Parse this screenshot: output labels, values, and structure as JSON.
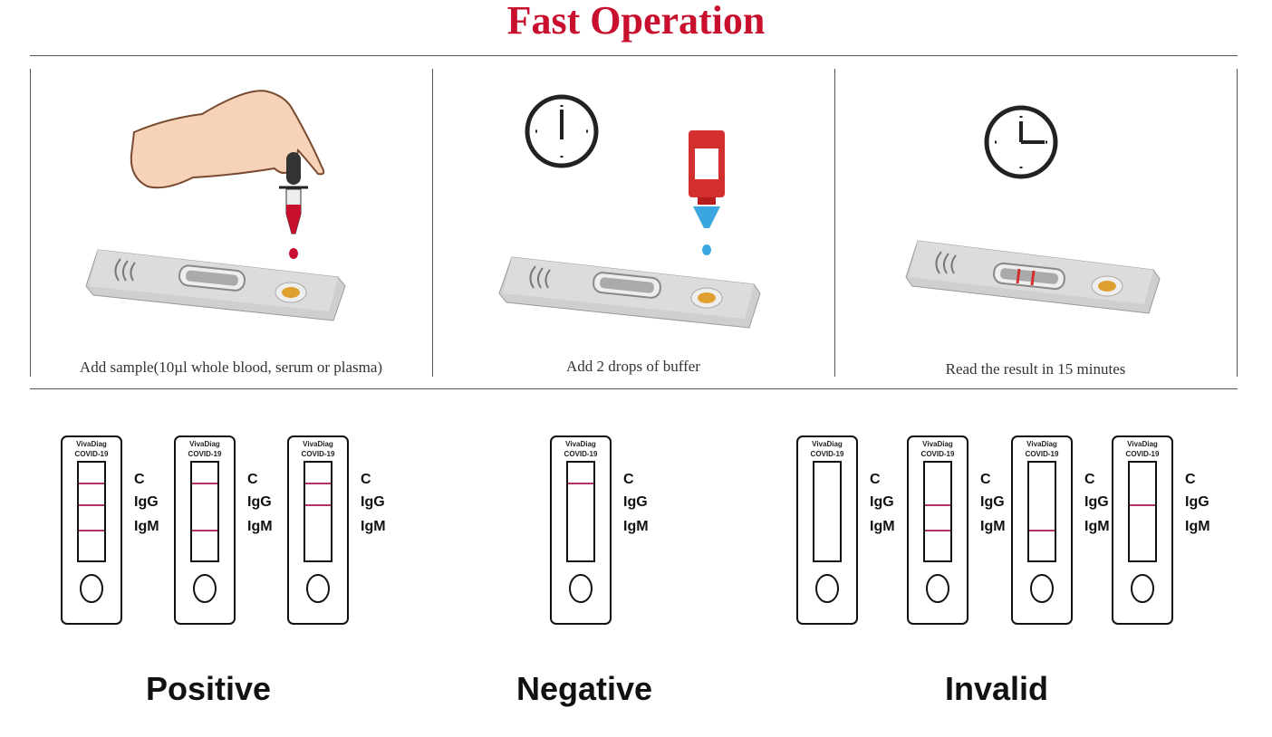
{
  "header": {
    "title": "Fast Operation"
  },
  "steps": [
    {
      "caption": "Add sample(10µl whole blood, serum or plasma)"
    },
    {
      "caption": "Add 2 drops of buffer"
    },
    {
      "caption": "Read the result in 15 minutes"
    }
  ],
  "cassette": {
    "brand": "VivaDiag",
    "product": "COVID-19"
  },
  "line_labels": {
    "c": "C",
    "igg": "IgG",
    "igm": "IgM"
  },
  "results": [
    {
      "label": "Positive",
      "cassettes": [
        {
          "c": true,
          "igg": true,
          "igm": true
        },
        {
          "c": true,
          "igg": false,
          "igm": true
        },
        {
          "c": true,
          "igg": true,
          "igm": false
        }
      ]
    },
    {
      "label": "Negative",
      "cassettes": [
        {
          "c": true,
          "igg": false,
          "igm": false
        }
      ]
    },
    {
      "label": "Invalid",
      "cassettes": [
        {
          "c": false,
          "igg": false,
          "igm": false
        },
        {
          "c": false,
          "igg": true,
          "igm": true
        },
        {
          "c": false,
          "igg": false,
          "igm": true
        },
        {
          "c": false,
          "igg": true,
          "igm": false
        }
      ]
    }
  ],
  "colors": {
    "title": "#c8102e",
    "blood": "#c8102e",
    "buffer": "#3aa6e0",
    "test_line": "#b0306a",
    "sample_well": "#e0a030"
  }
}
